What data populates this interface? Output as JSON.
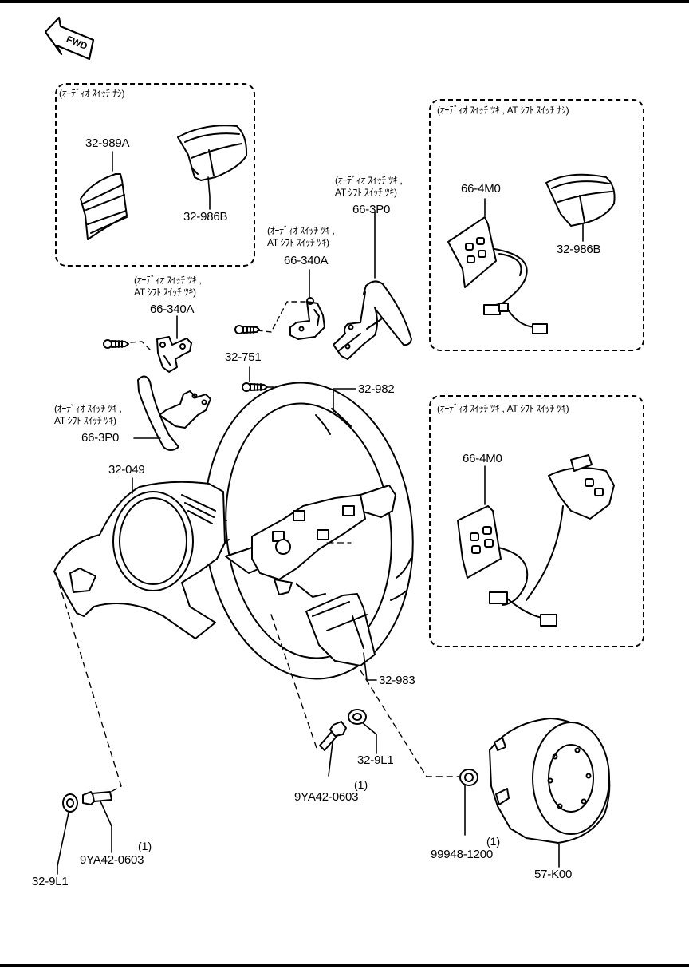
{
  "forward_indicator": {
    "label": "FWD"
  },
  "boxes": {
    "no_audio": {
      "title": "(ｵｰﾃﾞｨｵ ｽｲｯﾁ ﾅｼ)"
    },
    "audio_no_at": {
      "title": "(ｵｰﾃﾞｨｵ ｽｲｯﾁ ﾂｷ , AT ｼﾌﾄ ｽｲｯﾁ ﾅｼ)"
    },
    "audio_at": {
      "title": "(ｵｰﾃﾞｨｵ ｽｲｯﾁ ﾂｷ , AT ｼﾌﾄ ｽｲｯﾁ ﾂｷ)"
    }
  },
  "notes": {
    "right_paddle_l1": "(ｵｰﾃﾞｨｵ ｽｲｯﾁ ﾂｷ ,",
    "right_paddle_l2": "AT ｼﾌﾄ ｽｲｯﾁ ﾂｷ)",
    "right_bracket_l1": "(ｵｰﾃﾞｨｵ ｽｲｯﾁ ﾂｷ ,",
    "right_bracket_l2": "AT ｼﾌﾄ ｽｲｯﾁ ﾂｷ)",
    "left_bracket_l1": "(ｵｰﾃﾞｨｵ ｽｲｯﾁ ﾂｷ ,",
    "left_bracket_l2": "AT ｼﾌﾄ ｽｲｯﾁ ﾂｷ)",
    "left_paddle_l1": "(ｵｰﾃﾞｨｵ ｽｲｯﾁ ﾂｷ ,",
    "left_paddle_l2": "AT ｼﾌﾄ ｽｲｯﾁ ﾂｷ)"
  },
  "parts": {
    "p32_989A": "32-989A",
    "p32_986B_top": "32-986B",
    "p66_4M0_top": "66-4M0",
    "p32_986B_right": "32-986B",
    "p66_3P0_right": "66-3P0",
    "p66_340A_right": "66-340A",
    "p66_340A_left": "66-340A",
    "p32_751": "32-751",
    "p32_982": "32-982",
    "p66_3P0_left": "66-3P0",
    "p32_049": "32-049",
    "p66_4M0_bottom": "66-4M0",
    "p32_983": "32-983",
    "p32_9L1_center": "32-9L1",
    "p9YA42_0603_center": "9YA42-0603",
    "p9YA42_0603_left": "9YA42-0603",
    "p32_9L1_left": "32-9L1",
    "p99948_1200": "99948-1200",
    "p57_K00": "57-K00"
  },
  "quantities": {
    "q9YA42_center": "(1)",
    "q9YA42_left": "(1)",
    "q99948": "(1)"
  }
}
